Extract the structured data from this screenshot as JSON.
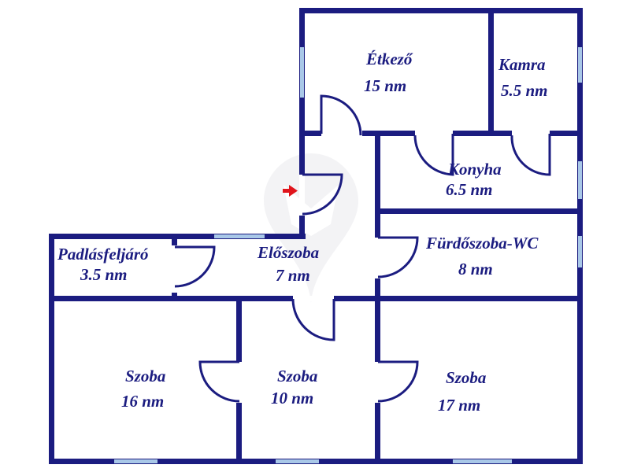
{
  "colors": {
    "wall": "#1b1c80",
    "window": "#a9c8e8",
    "entrance_arrow": "#e0141b",
    "text": "#1b1c80"
  },
  "rooms": {
    "etkezo": {
      "name": "Étkező",
      "area": "15 nm"
    },
    "kamra": {
      "name": "Kamra",
      "area": "5.5 nm"
    },
    "konyha": {
      "name": "Konyha",
      "area": "6.5 nm"
    },
    "furdoszoba": {
      "name": "Fürdőszoba-WC",
      "area": "8 nm"
    },
    "eloszoba": {
      "name": "Előszoba",
      "area": "7 nm"
    },
    "padlas": {
      "name": "Padlásfeljáró",
      "area": "3.5 nm"
    },
    "szoba1": {
      "name": "Szoba",
      "area": "16 nm"
    },
    "szoba2": {
      "name": "Szoba",
      "area": "10 nm"
    },
    "szoba3": {
      "name": "Szoba",
      "area": "17 nm"
    }
  },
  "icons": {
    "entrance": "entrance-arrow-icon",
    "watermark": "watermark-logo-icon"
  }
}
